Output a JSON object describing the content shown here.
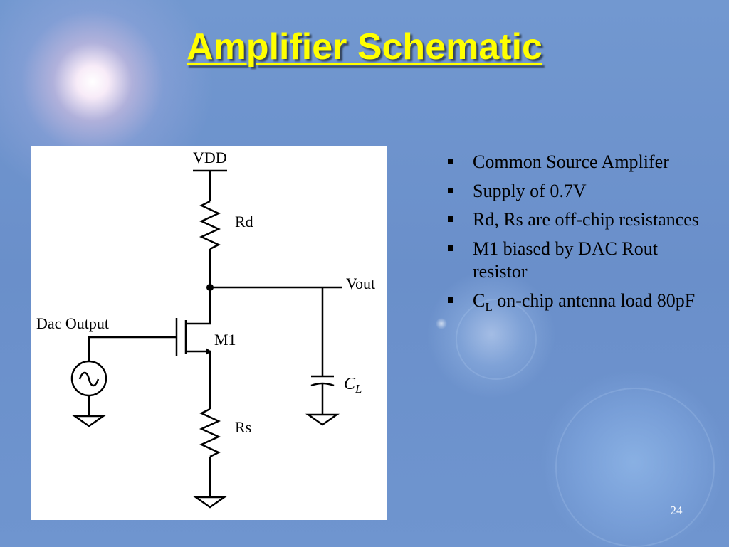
{
  "slide": {
    "title": "Amplifier Schematic",
    "page_number": "24"
  },
  "schematic": {
    "vdd": "VDD",
    "rd": "Rd",
    "vout": "Vout",
    "dac_output": "Dac Output",
    "m1": "M1",
    "cl_main": "C",
    "cl_sub": "L",
    "rs": "Rs"
  },
  "bullets": [
    {
      "text": "Common Source Amplifer"
    },
    {
      "text": "Supply of 0.7V"
    },
    {
      "text": "Rd, Rs are off-chip resistances"
    },
    {
      "text": "M1 biased by DAC Rout resistor"
    },
    {
      "main": "C",
      "sub": "L",
      "rest": " on-chip antenna load 80pF"
    }
  ]
}
